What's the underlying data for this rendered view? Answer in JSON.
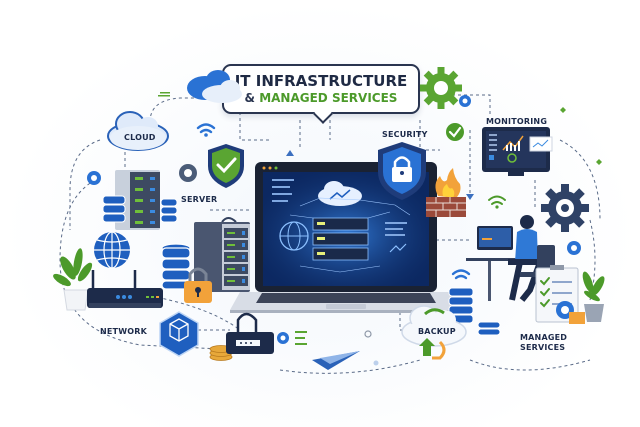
{
  "title": {
    "line1": "IT INFRASTRUCTURE",
    "line2_prefix": "&",
    "line2_highlight": "MANAGED SERVICES"
  },
  "labels": {
    "cloud": "CLOUD",
    "server": "SERVER",
    "security": "SECURITY",
    "monitoring": "MONITORING",
    "network": "NETWORK",
    "backup": "BACKUP",
    "managed_services_line1": "MANAGED",
    "managed_services_line2": "SERVICES"
  },
  "icons": [
    "cloud-icon",
    "server-rack-icon",
    "database-icon",
    "shield-check-icon",
    "shield-lock-icon",
    "gear-icon",
    "wifi-icon",
    "globe-icon",
    "router-icon",
    "padlock-icon",
    "laptop-icon",
    "monitor-dashboard-icon",
    "firewall-icon",
    "checkmark-badge-icon",
    "technician-icon",
    "clipboard-checklist-icon",
    "plant-icon",
    "cube-icon",
    "coins-icon",
    "paper-plane-icon",
    "backup-cloud-icon"
  ],
  "colors": {
    "navy": "#1f2a44",
    "blue": "#1f5fbf",
    "light_blue": "#3b8be0",
    "green": "#4c9a2a",
    "orange": "#f2a23a",
    "red_brick": "#9b4a3a",
    "background": "#ffffff"
  }
}
